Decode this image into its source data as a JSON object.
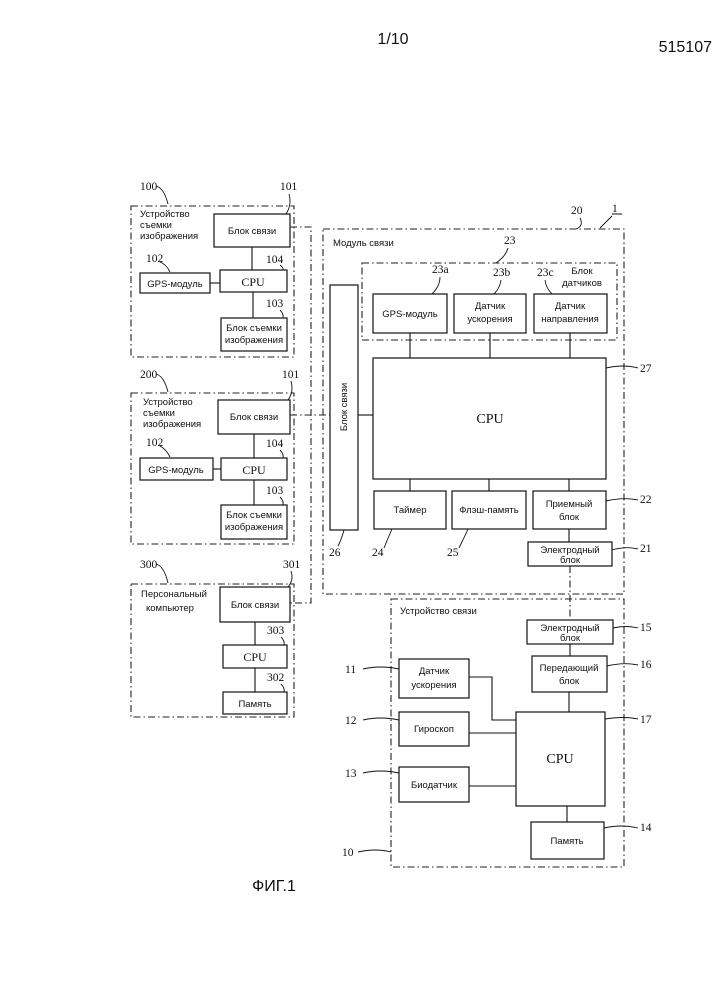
{
  "header": {
    "page": "1/10",
    "doc_number": "515107"
  },
  "figure_label": "ФИГ.1",
  "system_ref": "1",
  "devices": {
    "d100": {
      "ref": "100",
      "title_line1": "Устройство",
      "title_line2": "съемки",
      "title_line3": "изображения",
      "comm": "Блок связи",
      "comm_ref": "101",
      "gps": "GPS-модуль",
      "gps_ref": "102",
      "cpu": "CPU",
      "cpu_ref": "104",
      "cam_line1": "Блок съемки",
      "cam_line2": "изображения",
      "cam_ref": "103"
    },
    "d200": {
      "ref": "200",
      "title_line1": "Устройство",
      "title_line2": "съемки",
      "title_line3": "изображения",
      "comm": "Блок связи",
      "comm_ref": "101",
      "gps": "GPS-модуль",
      "gps_ref": "102",
      "cpu": "CPU",
      "cpu_ref": "104",
      "cam_line1": "Блок съемки",
      "cam_line2": "изображения",
      "cam_ref": "103"
    },
    "d300": {
      "ref": "300",
      "title_line1": "Персональный",
      "title_line2": "компьютер",
      "comm": "Блок связи",
      "comm_ref": "301",
      "cpu": "CPU",
      "cpu_ref": "303",
      "mem": "Память",
      "mem_ref": "302"
    }
  },
  "module20": {
    "ref": "20",
    "title": "Модуль связи",
    "comm_block": "Блок связи",
    "comm_ref": "26",
    "sensors_ref": "23",
    "sensors_line1": "Блок",
    "sensors_line2": "датчиков",
    "gps": "GPS-модуль",
    "gps_ref": "23a",
    "accel_line1": "Датчик",
    "accel_line2": "ускорения",
    "accel_ref": "23b",
    "dir_line1": "Датчик",
    "dir_line2": "направления",
    "dir_ref": "23c",
    "cpu": "CPU",
    "cpu_ref": "27",
    "timer": "Таймер",
    "timer_ref": "24",
    "flash": "Флэш-память",
    "flash_ref": "25",
    "recv_line1": "Приемный",
    "recv_line2": "блок",
    "recv_ref": "22",
    "elec_line1": "Электродный",
    "elec_line2": "блок",
    "elec_ref": "21"
  },
  "device10": {
    "ref": "10",
    "title": "Устройство связи",
    "elec_line1": "Электродный",
    "elec_line2": "блок",
    "elec_ref": "15",
    "tx_line1": "Передающий",
    "tx_line2": "блок",
    "tx_ref": "16",
    "accel_line1": "Датчик",
    "accel_line2": "ускорения",
    "accel_ref": "11",
    "gyro": "Гироскоп",
    "gyro_ref": "12",
    "bio": "Биодатчик",
    "bio_ref": "13",
    "cpu": "CPU",
    "cpu_ref": "17",
    "mem": "Память",
    "mem_ref": "14"
  }
}
